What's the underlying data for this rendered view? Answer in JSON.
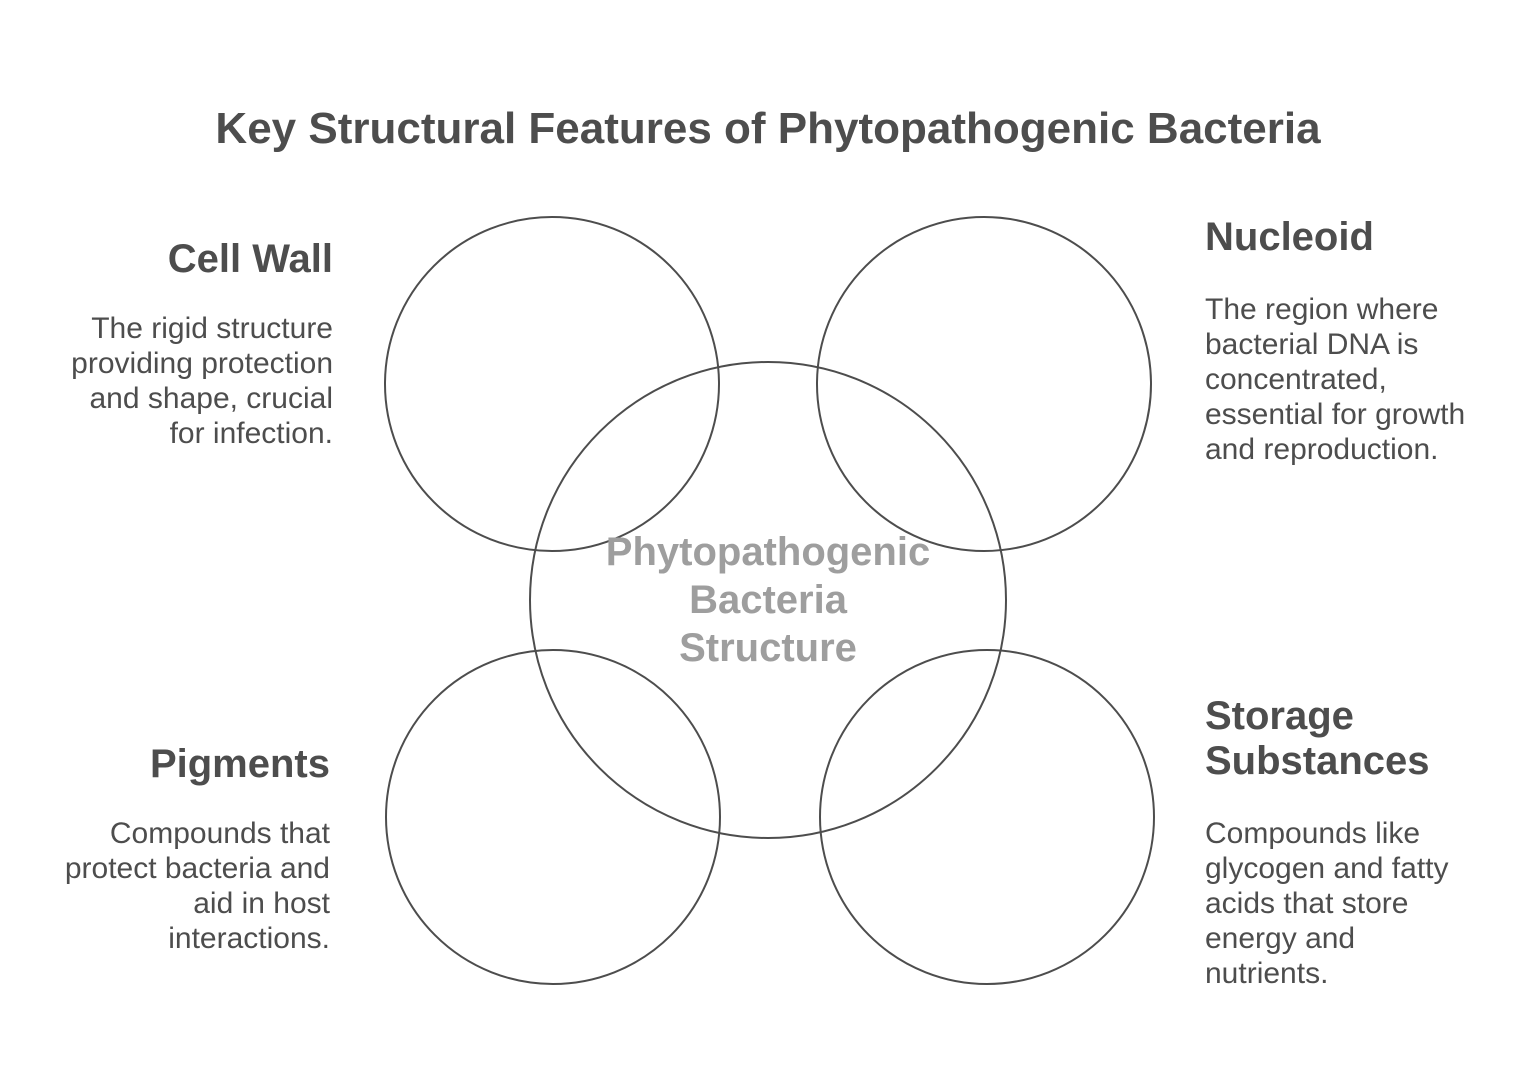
{
  "title": "Key Structural Features of Phytopathogenic Bacteria",
  "center": {
    "label": "Phytopathogenic\nBacteria\nStructure"
  },
  "sections": [
    {
      "id": "cell-wall",
      "heading": "Cell Wall",
      "body": "The rigid structure\nproviding protection\nand shape, crucial\nfor infection."
    },
    {
      "id": "nucleoid",
      "heading": "Nucleoid",
      "body": "The region where\nbacterial DNA is\nconcentrated,\nessential for growth\nand reproduction."
    },
    {
      "id": "pigments",
      "heading": "Pigments",
      "body": "Compounds that\nprotect bacteria and\naid in host\ninteractions."
    },
    {
      "id": "storage-substances",
      "heading": "Storage\nSubstances",
      "body": "Compounds like\nglycogen and fatty\nacids that store\nenergy and\nnutrients."
    }
  ],
  "colors": {
    "background": "#ffffff",
    "text_dark": "#4d4d4d",
    "center_text": "#9e9e9e",
    "circle_stroke": "#4d4d4d"
  }
}
